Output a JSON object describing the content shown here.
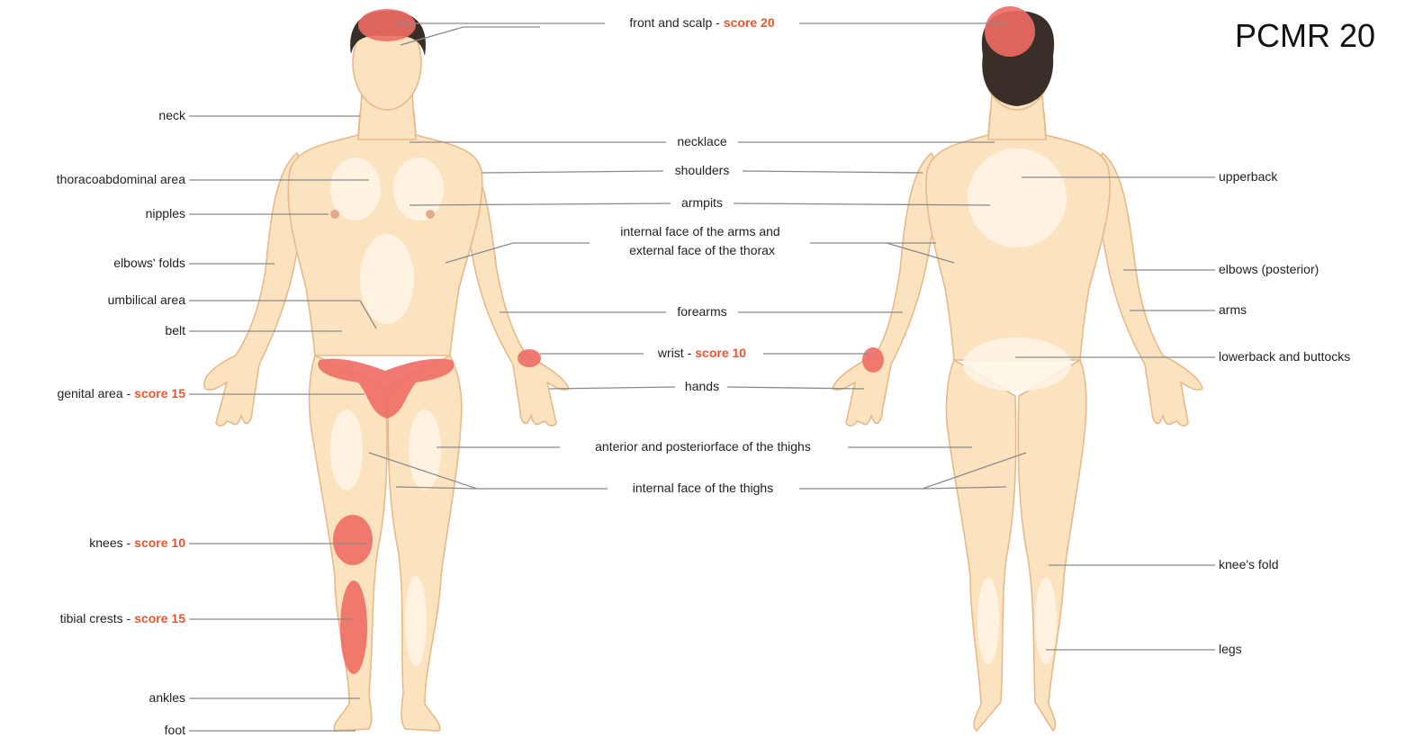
{
  "title": "PCMR 20",
  "front_labels": {
    "neck": "neck",
    "thoracoabdominal": "thoracoabdominal area",
    "nipples": "nipples",
    "elbows_folds": "elbows' folds",
    "umbilical": "umbilical area",
    "belt": "belt",
    "genital": "genital area -",
    "genital_score": "score 15",
    "knees": "knees -",
    "knees_score": "score 10",
    "tibial": "tibial crests -",
    "tibial_score": "score 15",
    "ankles": "ankles",
    "foot": "foot"
  },
  "center_labels": {
    "front_scalp": "front and scalp -",
    "front_scalp_score": "score 20",
    "necklace": "necklace",
    "shoulders": "shoulders",
    "armpits": "armpits",
    "internal_arms_line1": "internal face of the arms and",
    "internal_arms_line2": "external face of the thorax",
    "forearms": "forearms",
    "wrist": "wrist -",
    "wrist_score": "score 10",
    "hands": "hands",
    "ant_post_thighs": "anterior and posteriorface of the thighs",
    "internal_thighs": "internal face of the thighs"
  },
  "back_labels": {
    "upperback": "upperback",
    "elbows_posterior": "elbows (posterior)",
    "arms": "arms",
    "lowerback": "lowerback and buttocks",
    "knees_fold": "knee's fold",
    "legs": "legs"
  },
  "colors": {
    "skin": "#fbe3c0",
    "highlight": "#fff5e6",
    "scored_zone": "#ee6b64",
    "score_text": "#e8552e",
    "leader_line": "#8a8a8a"
  }
}
